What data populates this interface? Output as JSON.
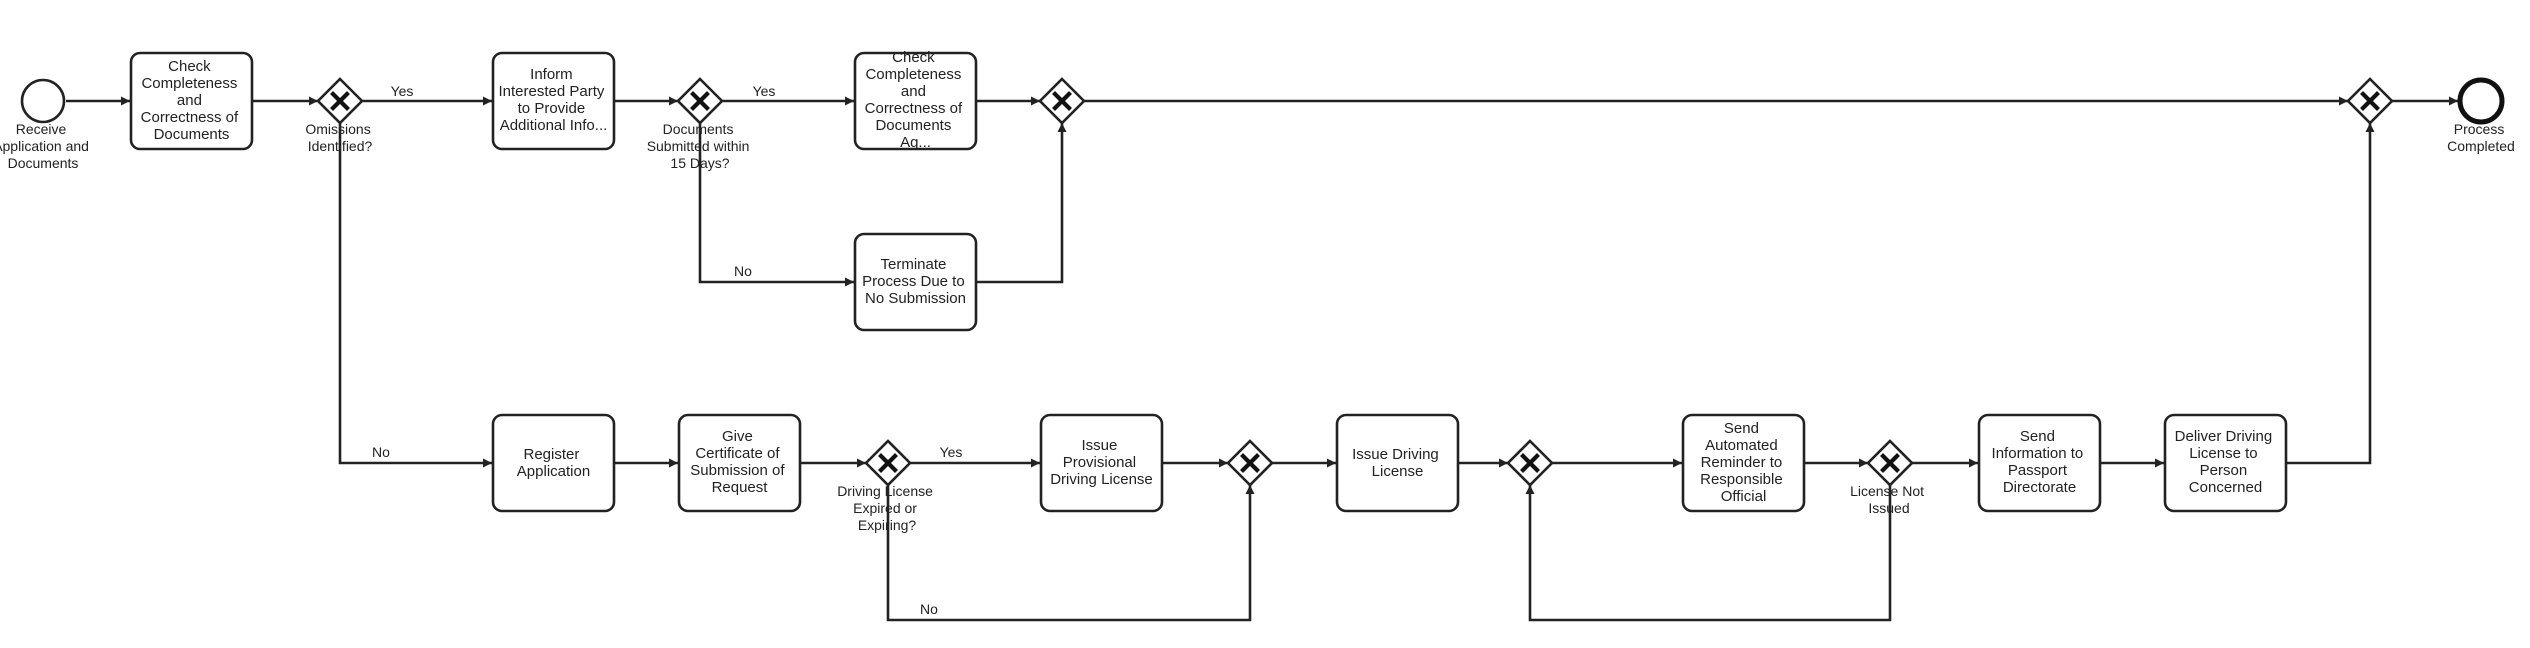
{
  "events": {
    "start": {
      "label": [
        "Receive",
        "Application and",
        "Documents"
      ]
    },
    "end": {
      "label": [
        "Process",
        "Completed"
      ]
    }
  },
  "tasks": {
    "check_docs": [
      "Check",
      "Completeness",
      "and",
      "Correctness of",
      "Documents"
    ],
    "inform_party": [
      "Inform",
      "Interested Party",
      "to Provide",
      "Additional Info..."
    ],
    "check_docs_again": [
      "Check",
      "Completeness",
      "and",
      "Correctness of",
      "Documents",
      "Ag..."
    ],
    "terminate": [
      "Terminate",
      "Process Due to",
      "No Submission"
    ],
    "register": [
      "Register",
      "Application"
    ],
    "certificate": [
      "Give",
      "Certificate of",
      "Submission of",
      "Request"
    ],
    "provisional": [
      "Issue",
      "Provisional",
      "Driving License"
    ],
    "issue_license": [
      "Issue Driving",
      "License"
    ],
    "reminder": [
      "Send",
      "Automated",
      "Reminder to",
      "Responsible",
      "Official"
    ],
    "passport": [
      "Send",
      "Information to",
      "Passport",
      "Directorate"
    ],
    "deliver": [
      "Deliver Driving",
      "License to",
      "Person",
      "Concerned"
    ]
  },
  "gateways": {
    "omissions": [
      "Omissions",
      "Identified?"
    ],
    "submitted": [
      "Documents",
      "Submitted within",
      "15 Days?"
    ],
    "expired": [
      "Driving License",
      "Expired or",
      "Expiring?"
    ],
    "not_issued": [
      "License Not",
      "Issued"
    ]
  },
  "flow_labels": {
    "omissions_yes": "Yes",
    "omissions_no": "No",
    "submitted_yes": "Yes",
    "submitted_no": "No",
    "expired_yes": "Yes",
    "expired_no": "No"
  }
}
